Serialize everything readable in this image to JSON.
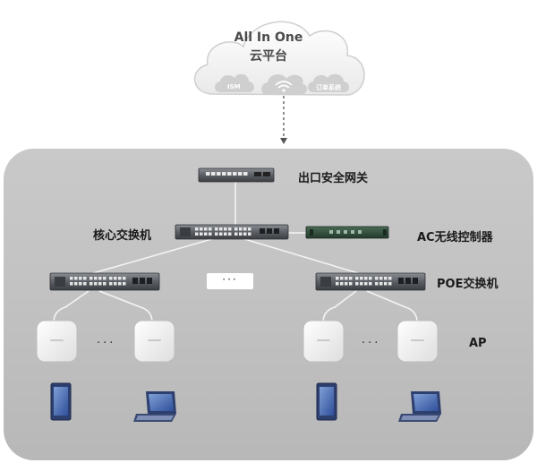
{
  "cloud": {
    "title_line1": "All In One",
    "title_line2": "云平台",
    "chips": [
      "ISM",
      "订单系统"
    ]
  },
  "labels": {
    "gateway": "出口安全网关",
    "core_switch": "核心交换机",
    "ac_controller": "AC无线控制器",
    "poe_switch": "POE交换机",
    "ap": "AP"
  },
  "ellipsis": {
    "switches": "···",
    "ap_left": "···",
    "ap_right": "···"
  }
}
